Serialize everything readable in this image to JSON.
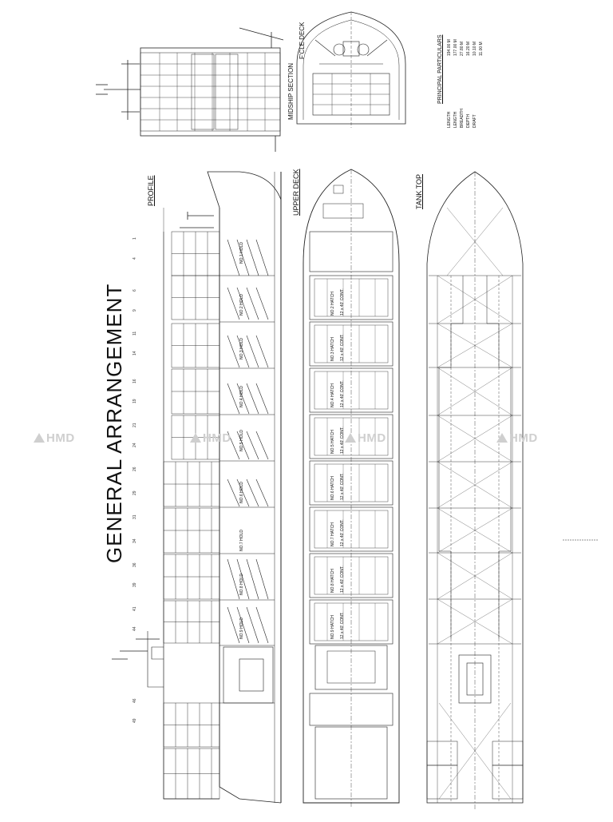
{
  "title": "GENERAL ARRANGEMENT",
  "views": {
    "profile": "PROFILE",
    "upper_deck": "UPPER DECK",
    "tank_top": "TANK TOP",
    "fore_deck": "F'CLE DECK",
    "midship_section": "MIDSHIP SECTION"
  },
  "particulars": {
    "heading": "PRINCIPAL PARTICULARS",
    "labels": [
      "LENGTH",
      "LENGTH",
      "BREADTH",
      "DEPTH",
      "DRAFT"
    ],
    "values": [
      "194.00 M",
      "177.00 M",
      "27.80 M",
      "16.20 M",
      "10.10 M",
      "11.00 M"
    ]
  },
  "holds": {
    "profile": [
      "NO.1 HOLD",
      "NO.2 HOLD",
      "NO.3 HOLD",
      "NO.4 HOLD",
      "NO.5 HOLD",
      "NO.6 HOLD",
      "NO.7 HOLD",
      "NO.8 HOLD",
      "NO.9 HOLD"
    ],
    "deck": [
      "NO.2 HATCH",
      "NO.3 HATCH",
      "NO.4 HATCH",
      "NO.5 HATCH",
      "NO.6 HATCH",
      "NO.7 HATCH",
      "NO.8 HATCH",
      "NO.9 HATCH"
    ],
    "deck_sub": "12 x 40' CONT."
  },
  "watermark": "HMD",
  "frames": [
    "1",
    "4",
    "6",
    "9",
    "11",
    "14",
    "16",
    "19",
    "21",
    "24",
    "26",
    "29",
    "31",
    "34",
    "36",
    "39",
    "41",
    "44",
    "46",
    "49"
  ]
}
